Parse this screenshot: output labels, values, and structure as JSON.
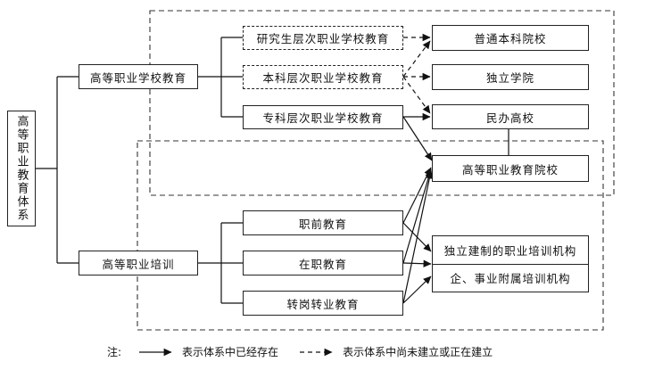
{
  "diagram": {
    "root": "高等职业教育体系",
    "branches": {
      "school": "高等职业学校教育",
      "training": "高等职业培训"
    },
    "school_levels": {
      "postgraduate": "研究生层次职业学校教育",
      "undergraduate": "本科层次职业学校教育",
      "junior_college": "专科层次职业学校教育"
    },
    "institutions": {
      "regular_university": "普通本科院校",
      "independent_college": "独立学院",
      "private_college": "民办高校",
      "higher_vocational": "高等职业教育院校"
    },
    "training_types": {
      "pre_job": "职前教育",
      "on_job": "在职教育",
      "job_transfer": "转岗转业教育"
    },
    "training_institutions": {
      "independent": "独立建制的职业培训机构",
      "affiliated": "企、事业附属培训机构"
    }
  },
  "legend": {
    "prefix": "注:",
    "solid_label": "表示体系中已经存在",
    "dashed_label": "表示体系中尚未建立或正在建立"
  }
}
